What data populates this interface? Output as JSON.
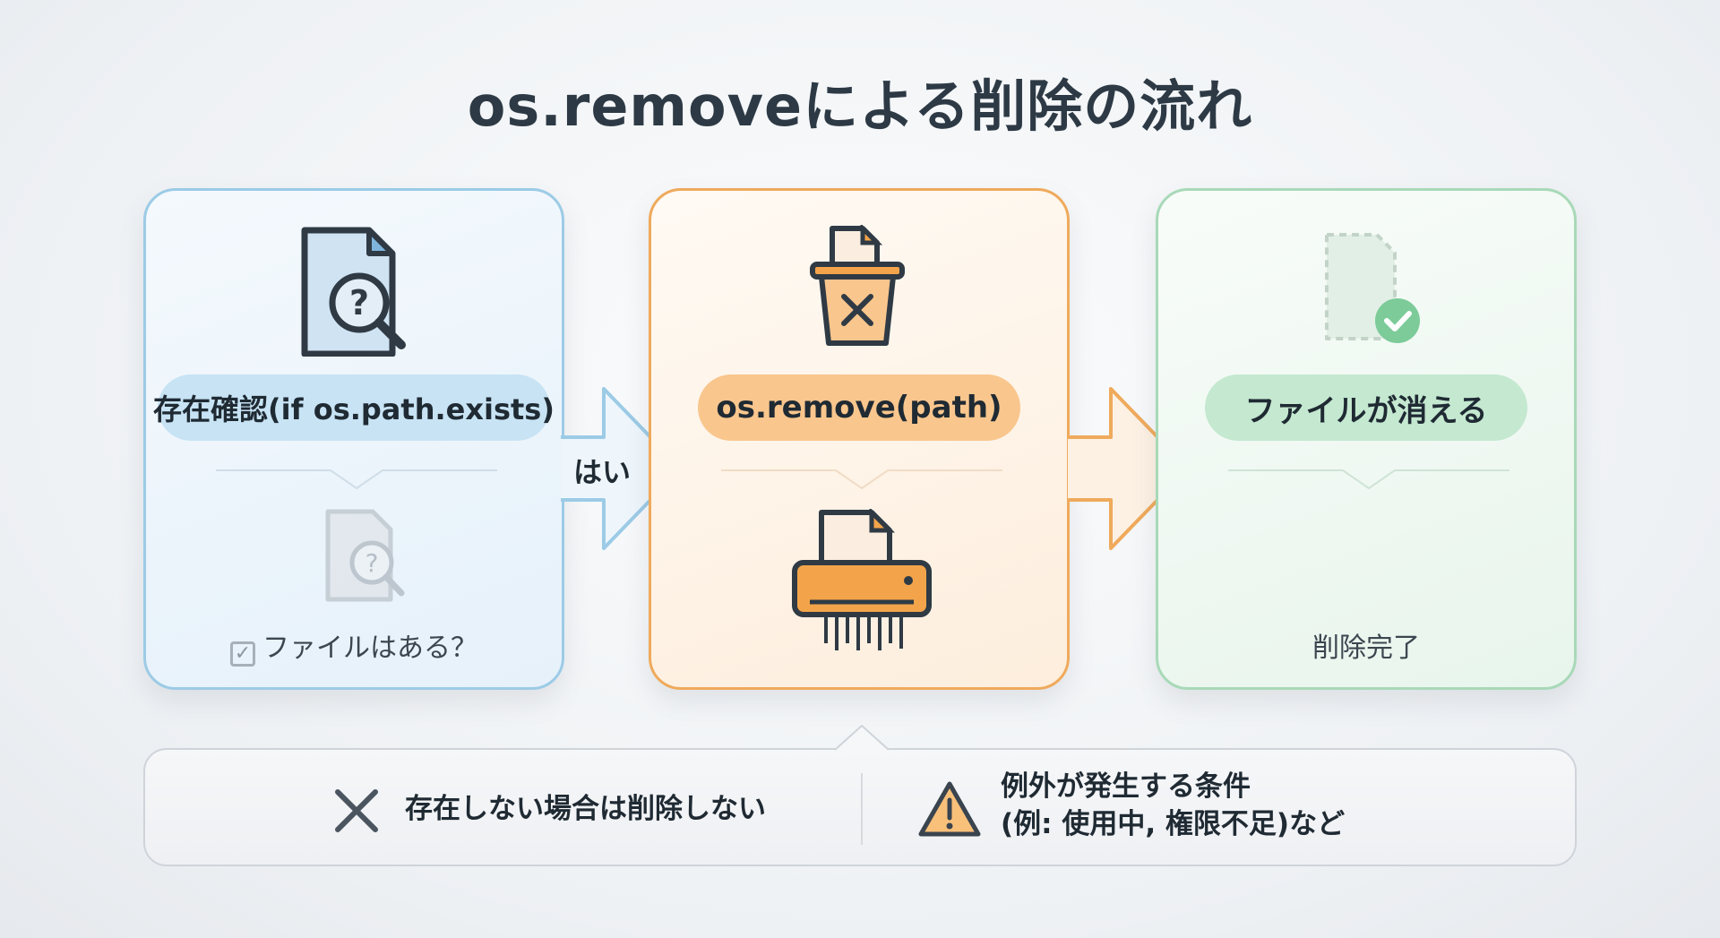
{
  "title": "os.removeによる削除の流れ",
  "steps": [
    {
      "label": "存在確認(if os.path.exists)",
      "lower": "ファイルはある？",
      "top_icon": "file-search-icon",
      "bottom_icon": "file-search-icon",
      "color": "#9ccbe6"
    },
    {
      "label": "os.remove(path)",
      "top_icon": "trash-delete-icon",
      "bottom_icon": "shredder-icon",
      "color": "#efaa5c"
    },
    {
      "label": "ファイルが消える",
      "lower": "削除完了",
      "top_icon": "file-removed-check-icon",
      "color": "#a8d9b8"
    }
  ],
  "arrow_label": "はい",
  "notes": {
    "left": "存在しない場合は削除しない",
    "right_line1": "例外が発生する条件",
    "right_line2": "(例: 使用中, 権限不足)など"
  }
}
